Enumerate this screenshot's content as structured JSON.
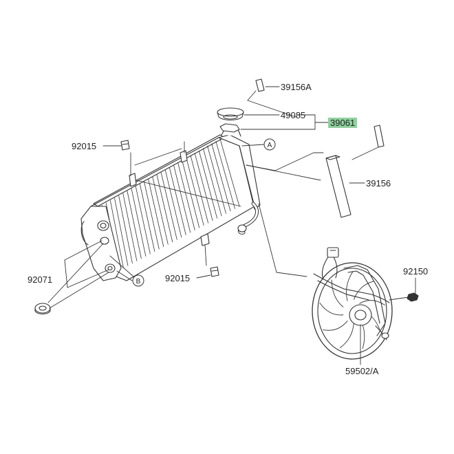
{
  "colors": {
    "highlight": "#8fd19e",
    "line": "#333333"
  },
  "parts": [
    {
      "id": "p39156A",
      "number": "39156A"
    },
    {
      "id": "p49085",
      "number": "49085"
    },
    {
      "id": "p39061",
      "number": "39061",
      "highlighted": true
    },
    {
      "id": "p92015a",
      "number": "92015"
    },
    {
      "id": "p39156",
      "number": "39156"
    },
    {
      "id": "p92071",
      "number": "92071"
    },
    {
      "id": "p92015b",
      "number": "92015"
    },
    {
      "id": "p92150",
      "number": "92150"
    },
    {
      "id": "p59502A",
      "number": "59502/A"
    }
  ],
  "callouts": [
    {
      "id": "A",
      "label": "A"
    },
    {
      "id": "B",
      "label": "B"
    }
  ]
}
